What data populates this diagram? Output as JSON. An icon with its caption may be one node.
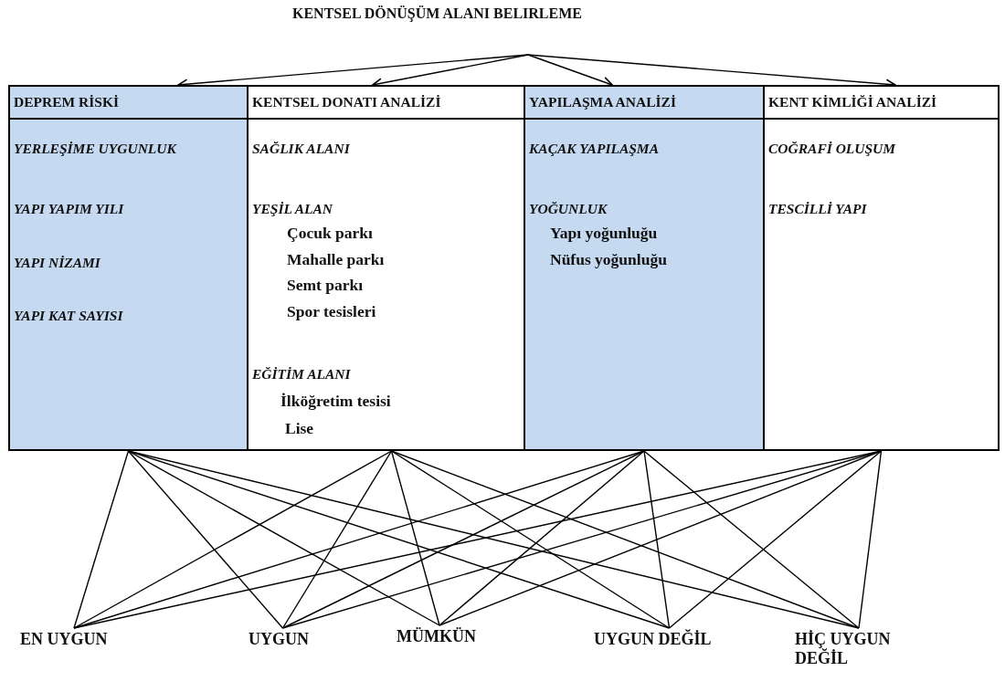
{
  "diagram": {
    "nodes": [
      {
        "text": [
          "KENTSEL DÖNÜŞÜM ALANI BELIRLEME"
        ]
      },
      {
        "text": [
          "DEPREM RİSKİ",
          "YERLEŞİME UYGUNLUK",
          "YAPI YAPIM YILI",
          "YAPI NİZAMI",
          "YAPI KAT SAYISI"
        ]
      },
      {
        "text": [
          "KENTSEL DONATI ANALİZİ",
          "SAĞLIK ALANI",
          "YEŞİL ALAN",
          "Çocuk parkı",
          "Mahalle parkı",
          "Semt parkı",
          "Spor tesisleri",
          "EĞİTİM ALANI",
          "İlköğretim tesisi",
          "Lise"
        ]
      },
      {
        "text": [
          "YAPILAŞMA ANALİZİ",
          "KAÇAK YAPILAŞMA",
          "YOĞUNLUK",
          "Yapı yoğunluğu",
          "Nüfus yoğunluğu"
        ]
      },
      {
        "text": [
          "KENT KİMLİĞİ ANALİZİ",
          "COĞRAFİ OLUŞUM",
          "TESCİLLİ YAPI"
        ]
      },
      {
        "text": [
          "EN UYGUN"
        ]
      },
      {
        "text": [
          "UYGUN"
        ]
      },
      {
        "text": [
          "MÜMKÜN"
        ]
      },
      {
        "text": [
          "UYGUN DEĞİL"
        ]
      },
      {
        "text": [
          "HİÇ UYGUN DEĞİL"
        ]
      }
    ],
    "edges": [
      {
        "from": 0,
        "to": 1,
        "arrow": "to"
      },
      {
        "from": 0,
        "to": 2,
        "arrow": "to"
      },
      {
        "from": 0,
        "to": 3,
        "arrow": "to"
      },
      {
        "from": 0,
        "to": 4,
        "arrow": "to"
      },
      {
        "from": 1,
        "to": 5,
        "arrow": "none"
      },
      {
        "from": 1,
        "to": 6,
        "arrow": "none"
      },
      {
        "from": 1,
        "to": 7,
        "arrow": "none"
      },
      {
        "from": 1,
        "to": 8,
        "arrow": "none"
      },
      {
        "from": 1,
        "to": 9,
        "arrow": "none"
      },
      {
        "from": 2,
        "to": 5,
        "arrow": "none"
      },
      {
        "from": 2,
        "to": 6,
        "arrow": "none"
      },
      {
        "from": 2,
        "to": 7,
        "arrow": "none"
      },
      {
        "from": 2,
        "to": 8,
        "arrow": "none"
      },
      {
        "from": 2,
        "to": 9,
        "arrow": "none"
      },
      {
        "from": 3,
        "to": 5,
        "arrow": "none"
      },
      {
        "from": 3,
        "to": 6,
        "arrow": "none"
      },
      {
        "from": 3,
        "to": 7,
        "arrow": "none"
      },
      {
        "from": 3,
        "to": 8,
        "arrow": "none"
      },
      {
        "from": 3,
        "to": 9,
        "arrow": "none"
      },
      {
        "from": 4,
        "to": 5,
        "arrow": "none"
      },
      {
        "from": 4,
        "to": 6,
        "arrow": "none"
      },
      {
        "from": 4,
        "to": 7,
        "arrow": "none"
      },
      {
        "from": 4,
        "to": 8,
        "arrow": "none"
      },
      {
        "from": 4,
        "to": 9,
        "arrow": "none"
      }
    ]
  }
}
